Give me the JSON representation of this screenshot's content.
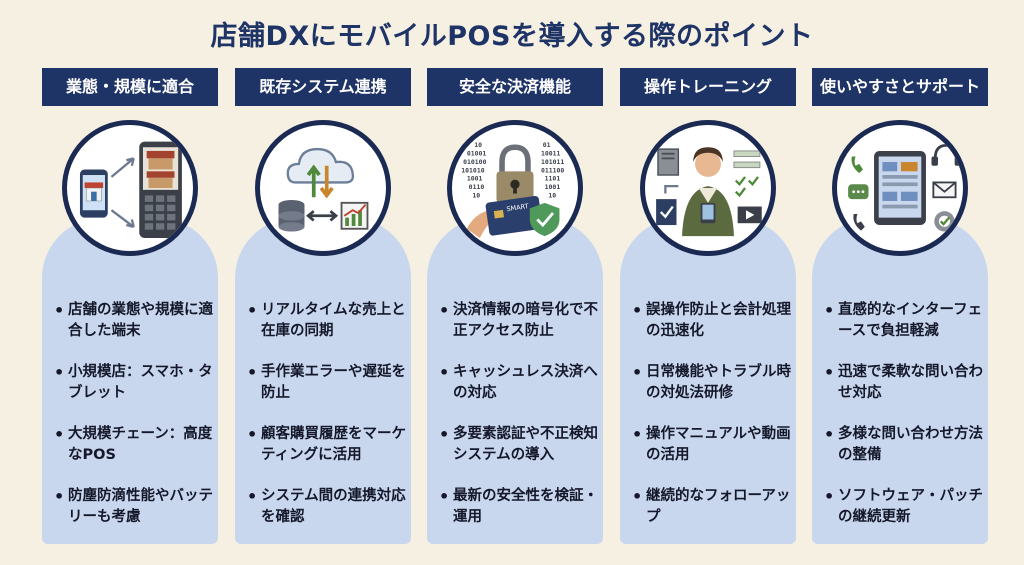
{
  "title": "店舗DXにモバイルPOSを導入する際のポイント",
  "columns": [
    {
      "header": "業態・規模に適合",
      "icon": "store-phone-terminal-icon",
      "bullets": [
        "店舗の業態や規模に適合した端末",
        "小規模店：スマホ・タブレット",
        "大規模チェーン：高度なPOS",
        "防塵防滴性能やバッテリーも考慮"
      ]
    },
    {
      "header": "既存システム連携",
      "icon": "cloud-sync-icon",
      "bullets": [
        "リアルタイムな売上と在庫の同期",
        "手作業エラーや遅延を防止",
        "顧客購買履歴をマーケティングに活用",
        "システム間の連携対応を確認"
      ]
    },
    {
      "header": "安全な決済機能",
      "icon": "secure-payment-icon",
      "smart_label": "SMART",
      "binary_left": [
        "10",
        "01001",
        "010100",
        "101010",
        "1001",
        "0110",
        "10"
      ],
      "binary_right": [
        "01",
        "10011",
        "101011",
        "011100",
        "1101",
        "1001",
        "10"
      ],
      "bullets": [
        "決済情報の暗号化で不正アクセス防止",
        "キャッシュレス決済への対応",
        "多要素認証や不正検知システムの導入",
        "最新の安全性を検証・運用"
      ]
    },
    {
      "header": "操作トレーニング",
      "icon": "staff-training-icon",
      "bullets": [
        "誤操作防止と会計処理の迅速化",
        "日常機能やトラブル時の対処法研修",
        "操作マニュアルや動画の活用",
        "継続的なフォローアップ"
      ]
    },
    {
      "header": "使いやすさとサポート",
      "icon": "support-tablet-icon",
      "bullets": [
        "直感的なインターフェースで負担軽減",
        "迅速で柔軟な問い合わせ対応",
        "多様な問い合わせ方法の整備",
        "ソフトウェア・パッチの継続更新"
      ]
    }
  ]
}
